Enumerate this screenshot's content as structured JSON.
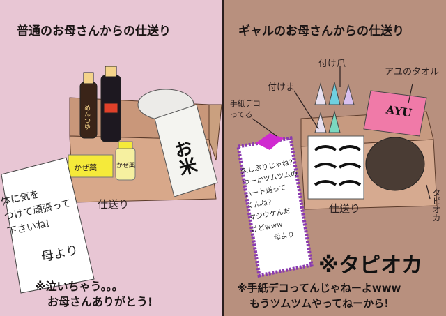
{
  "left": {
    "title": "普通のお母さんからの仕送り",
    "box_label": "仕送り",
    "bottle_label": "めんつゆ",
    "medicine_box_label": "かぜ薬",
    "medicine_bottle_label": "かぜ薬",
    "rice_label": "お米",
    "letter": [
      "体に気を",
      "つけて頑張って",
      "下さいね!",
      "母より"
    ],
    "caption": [
      "※泣いちゃう。。。",
      "お母さんありがとう!"
    ]
  },
  "right": {
    "title": "ギャルのお母さんからの仕送り",
    "box_label": "仕送り",
    "labels": {
      "nails": "付け爪",
      "towel": "アユのタオル",
      "lashes": "付けま",
      "letter": "手紙デコってる",
      "tapioca": "タピオカ"
    },
    "towel_logo": "AYU",
    "letter": [
      "久しぶりじゃね?",
      "つーかツムツムの",
      "ハート送って",
      "くんね?",
      "マジウケんだ",
      "けどwww",
      "母より"
    ],
    "big_note": "※タピオカ",
    "caption": [
      "※手紙デコってんじゃねーよwww",
      "もうツムツムやってねーから!"
    ]
  },
  "colors": {
    "left_bg": "#e8c6d4",
    "right_bg": "#b8907e",
    "box": "#d8a88a",
    "medicine_yellow": "#f5ea3a",
    "ribbon": "#d02ad0",
    "towel_pink": "#f07aa8"
  }
}
